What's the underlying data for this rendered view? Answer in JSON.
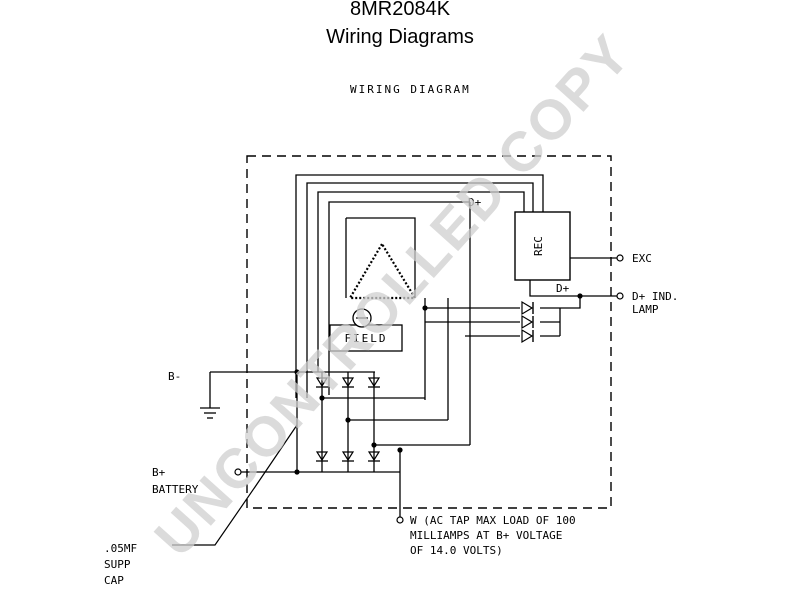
{
  "header": {
    "part_number": "8MR2084K",
    "subtitle": "Wiring Diagrams"
  },
  "diagram": {
    "heading": "WIRING DIAGRAM",
    "rec_label": "REC",
    "field_label": "FIELD",
    "labels": {
      "exc": "EXC",
      "d_plus": "D+",
      "d_plus_ind_line1": "D+ IND.",
      "d_plus_ind_line2": "LAMP",
      "d_plus_top": "D+",
      "b_minus": "B-",
      "b_plus": "B+",
      "battery": "BATTERY",
      "cap_line1": ".05MF",
      "cap_line2": "SUPP",
      "cap_line3": "CAP",
      "w_line1": "W (AC TAP MAX LOAD OF 100",
      "w_line2": "MILLIAMPS AT B+ VOLTAGE",
      "w_line3": "OF 14.0 VOLTS)"
    }
  },
  "watermark": {
    "text": "UNCONTROLLED COPY"
  }
}
